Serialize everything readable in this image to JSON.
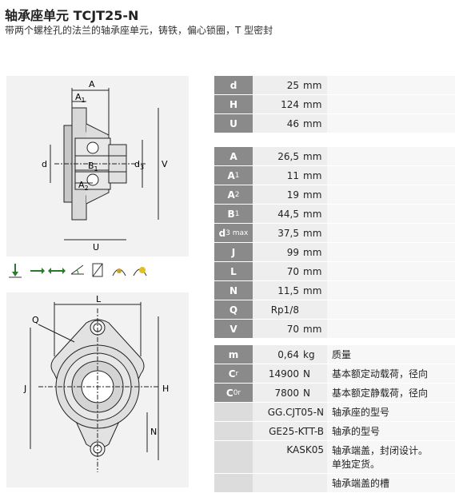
{
  "header": {
    "title": "轴承座单元 TCJT25-N",
    "subtitle": "带两个螺栓孔的法兰的轴承座单元，铸铁，偏心锁圈，T 型密封"
  },
  "drawing_side": {
    "labels": {
      "A": "A",
      "A1": "A",
      "A1sub": "1",
      "B1": "B",
      "B1sub": "1",
      "A2": "A",
      "A2sub": "2",
      "d": "d",
      "d3": "d",
      "d3sub": "3",
      "V": "V",
      "U": "U"
    }
  },
  "drawing_front": {
    "labels": {
      "L": "L",
      "Q": "Q",
      "J": "J",
      "H": "H",
      "N": "N"
    }
  },
  "icons": [
    "radial-load-icon",
    "axial-load-icon",
    "axial-load-both-icon",
    "angle-icon",
    "misalignment-icon",
    "seal-icon",
    "lubrication-icon"
  ],
  "table1": [
    {
      "k": "d",
      "v": "25",
      "u": "mm"
    },
    {
      "k": "H",
      "v": "124",
      "u": "mm"
    },
    {
      "k": "U",
      "v": "46",
      "u": "mm"
    }
  ],
  "table2": [
    {
      "k": "A",
      "v": "26,5",
      "u": "mm"
    },
    {
      "k": "A",
      "ks": "1",
      "v": "11",
      "u": "mm"
    },
    {
      "k": "A",
      "ks": "2",
      "v": "19",
      "u": "mm"
    },
    {
      "k": "B",
      "ks": "1",
      "v": "44,5",
      "u": "mm"
    },
    {
      "k": "d",
      "ks": "3 max",
      "v": "37,5",
      "u": "mm"
    },
    {
      "k": "J",
      "v": "99",
      "u": "mm"
    },
    {
      "k": "L",
      "v": "70",
      "u": "mm"
    },
    {
      "k": "N",
      "v": "11,5",
      "u": "mm"
    },
    {
      "k": "Q",
      "v": "Rp1/8",
      "u": ""
    },
    {
      "k": "V",
      "v": "70",
      "u": "mm"
    }
  ],
  "table3": [
    {
      "k": "m",
      "v": "0,64",
      "u": "kg",
      "d": "质量"
    },
    {
      "k": "C",
      "ks": "r",
      "v": "14900",
      "u": "N",
      "d": "基本额定动载荷，径向"
    },
    {
      "k": "C",
      "ks": "0r",
      "v": "7800",
      "u": "N",
      "d": "基本额定静载荷，径向"
    },
    {
      "k": "",
      "v": "GG.CJT05-N",
      "u": "",
      "d": "轴承座的型号"
    },
    {
      "k": "",
      "v": "GE25-KTT-B",
      "u": "",
      "d": "轴承的型号"
    },
    {
      "k": "",
      "v": "KASK05",
      "u": "",
      "d": "轴承端盖，封闭设计。",
      "d2": "单独定货。"
    },
    {
      "k": "",
      "v": "",
      "u": "",
      "d": "轴承端盖的槽"
    }
  ],
  "colors": {
    "key_bg": "#8a8a8a",
    "value_bg": "#eeeeee",
    "panel_bg": "#f2f2f2"
  }
}
